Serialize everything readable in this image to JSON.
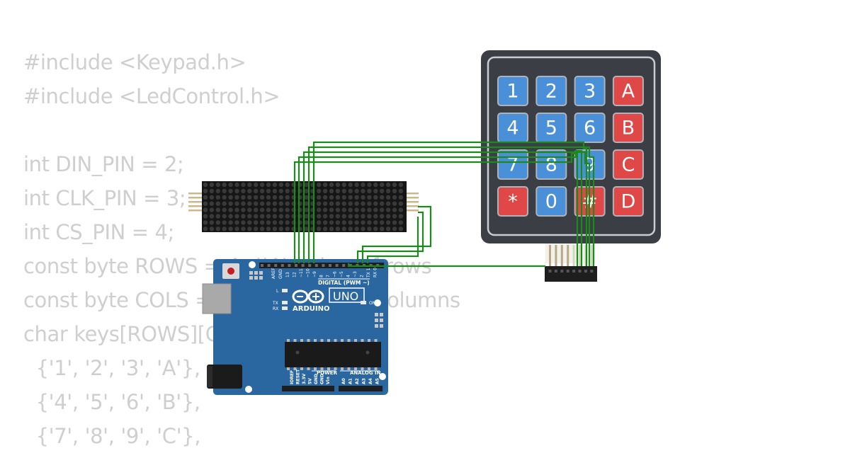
{
  "code": {
    "lines": [
      "#include <Keypad.h>",
      "#include <LedControl.h>",
      "",
      "int DIN_PIN = 2;",
      "int CLK_PIN = 3;",
      "int CS_PIN = 4;",
      "const byte ROWS = 4; // Number of rows",
      "const byte COLS = 4; // Number of columns",
      "char keys[ROWS][COLS] = {",
      "  {'1', '2', '3', 'A'},",
      "  {'4', '5', '6', 'B'},",
      "  {'7', '8', '9', 'C'},"
    ]
  },
  "keypad": {
    "rows": [
      [
        "1",
        "2",
        "3",
        "A"
      ],
      [
        "4",
        "5",
        "6",
        "B"
      ],
      [
        "7",
        "8",
        "9",
        "C"
      ],
      [
        "*",
        "0",
        "#",
        "D"
      ]
    ],
    "colors": {
      "number_key": "#4a90d9",
      "function_key": "#e04848",
      "body": "#3b3f45"
    }
  },
  "arduino": {
    "logo_text": "ARDUINO",
    "model": "UNO",
    "digital_label": "DIGITAL (PWM ~)",
    "power_label": "POWER",
    "analog_label": "ANALOG IN",
    "on_label": "ON",
    "l_label": "L",
    "tx_label": "TX",
    "rx_label": "RX",
    "aref_label": "AREF",
    "gnd_label": "GND",
    "digital_pins": [
      "13",
      "12",
      "~11",
      "~10",
      "~9",
      "8",
      "7",
      "~6",
      "~5",
      "4",
      "~3",
      "2",
      "TX 1",
      "RX 0"
    ],
    "power_pins": [
      "IOREF",
      "RESET",
      "3.3V",
      "5V",
      "GND",
      "GND",
      "Vin"
    ],
    "analog_pins": [
      "A0",
      "A1",
      "A2",
      "A3",
      "A4",
      "A5"
    ],
    "board_color": "#2e6da4"
  },
  "led_matrix": {
    "modules": 4,
    "rows": 8,
    "cols": 8
  },
  "wire_color": "#1a8a1a"
}
